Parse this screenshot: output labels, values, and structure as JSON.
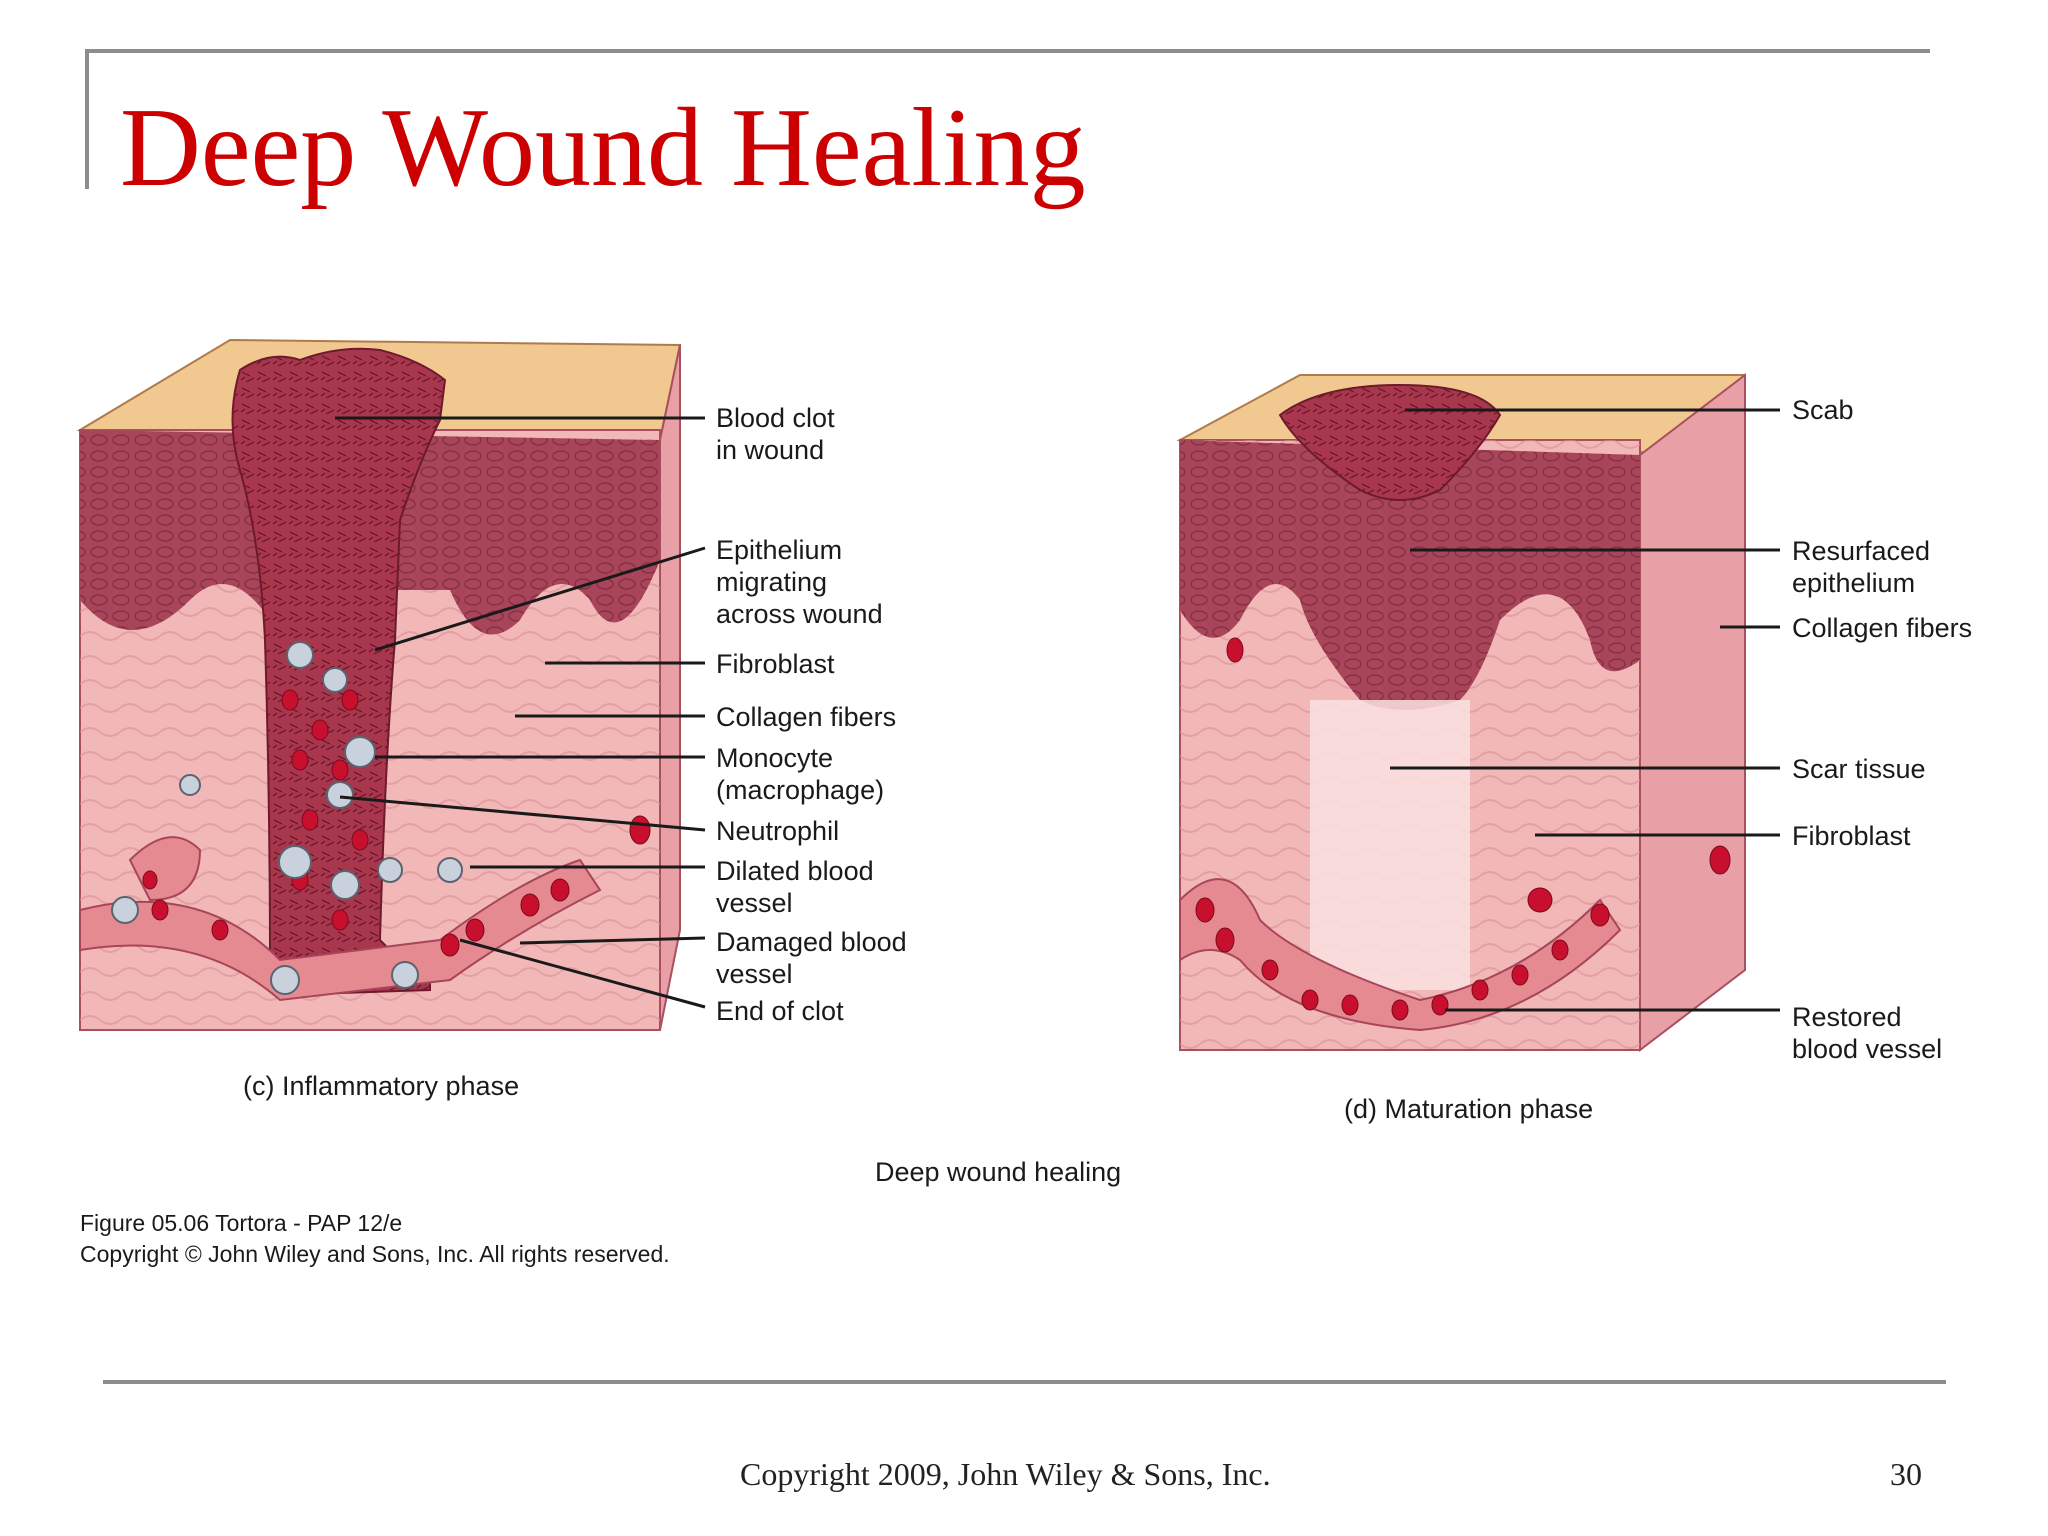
{
  "slide": {
    "title": "Deep Wound Healing",
    "footer": "Copyright 2009, John Wiley & Sons, Inc.",
    "page_number": "30"
  },
  "figure": {
    "left_panel": {
      "caption": "(c) Inflammatory phase",
      "labels": [
        {
          "line1": "Blood clot",
          "line2": "in wound"
        },
        {
          "line1": "Epithelium",
          "line2": "migrating",
          "line3": "across wound"
        },
        {
          "line1": "Fibroblast"
        },
        {
          "line1": "Collagen fibers"
        },
        {
          "line1": "Monocyte",
          "line2": "(macrophage)"
        },
        {
          "line1": "Neutrophil"
        },
        {
          "line1": "Dilated blood",
          "line2": "vessel"
        },
        {
          "line1": "Damaged blood",
          "line2": "vessel"
        },
        {
          "line1": "End of clot"
        }
      ]
    },
    "right_panel": {
      "caption": "(d) Maturation phase",
      "labels": [
        {
          "line1": "Scab"
        },
        {
          "line1": "Resurfaced",
          "line2": "epithelium"
        },
        {
          "line1": "Collagen fibers"
        },
        {
          "line1": "Scar tissue"
        },
        {
          "line1": "Fibroblast"
        },
        {
          "line1": "Restored",
          "line2": "blood vessel"
        }
      ]
    },
    "figure_title": "Deep wound healing",
    "credit_line1": "Figure 05.06  Tortora - PAP 12/e",
    "credit_line2": "Copyright © John Wiley and Sons, Inc. All rights reserved."
  },
  "colors": {
    "title_red": "#cc0000",
    "dermis_pink": "#f2b8b8",
    "epidermis_maroon": "#a8455a",
    "surface_tan": "#f0c890",
    "clot_red": "#9a2a40",
    "rbc_red": "#c8102e",
    "wbc_gray": "#c9d2dc"
  }
}
